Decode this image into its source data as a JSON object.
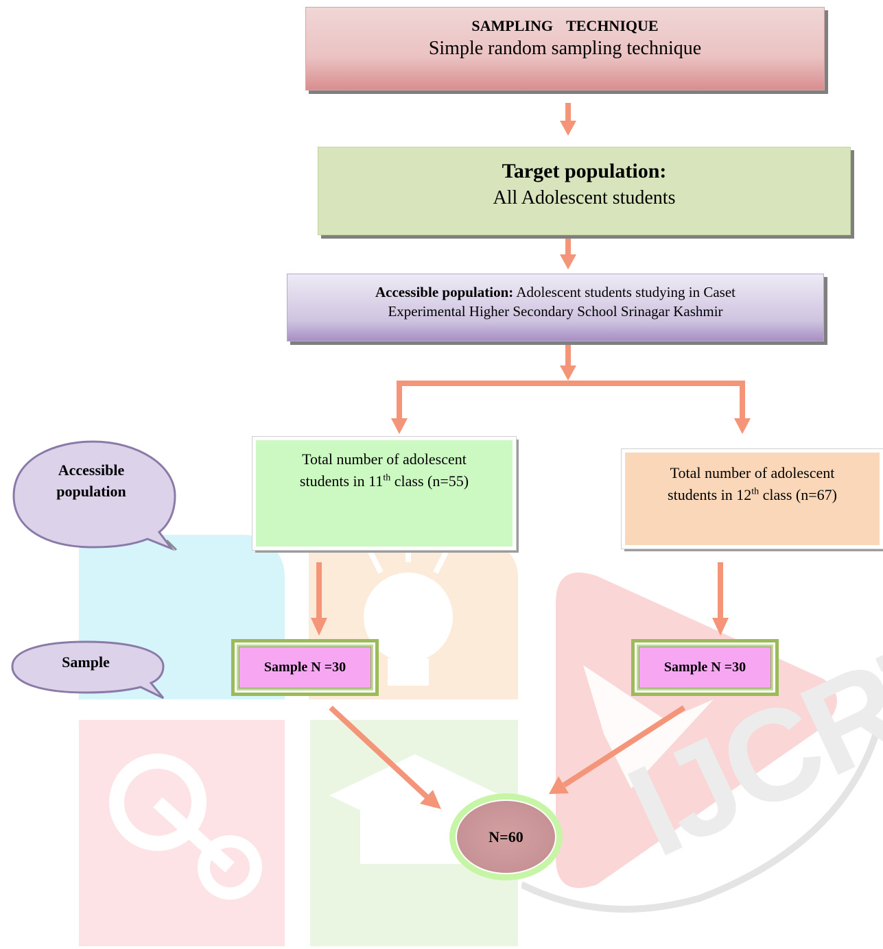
{
  "sampling": {
    "heading": "SAMPLING TECHNIQUE",
    "text": "Simple random sampling technique"
  },
  "target": {
    "heading": "Target population:",
    "text": "All Adolescent students"
  },
  "accessible": {
    "heading": "Accessible population:",
    "line1": "Adolescent students studying in Caset",
    "line2": "Experimental Higher Secondary School Srinagar Kashmir"
  },
  "class11": {
    "line1": "Total number of adolescent",
    "line2_pre": "students in 11",
    "sup": "th",
    "line2_post": " class (n=55)"
  },
  "class12": {
    "line1": "Total number of adolescent",
    "line2_pre": "students in 12",
    "sup": "th",
    "line2_post": " class (n=67)"
  },
  "labels": {
    "accessible_line1": "Accessible",
    "accessible_line2": "population",
    "sample": "Sample"
  },
  "samples": [
    {
      "label": "Sample N =30"
    },
    {
      "label": "Sample N =30"
    }
  ],
  "total": {
    "label": "N=60"
  },
  "watermark": {
    "text": "IJCRT"
  },
  "colors": {
    "arrow": "#f4957a",
    "bubble": "#dcd3ea",
    "sample_fill": "#f7a6f1",
    "sample_border": "#9bbb59"
  }
}
